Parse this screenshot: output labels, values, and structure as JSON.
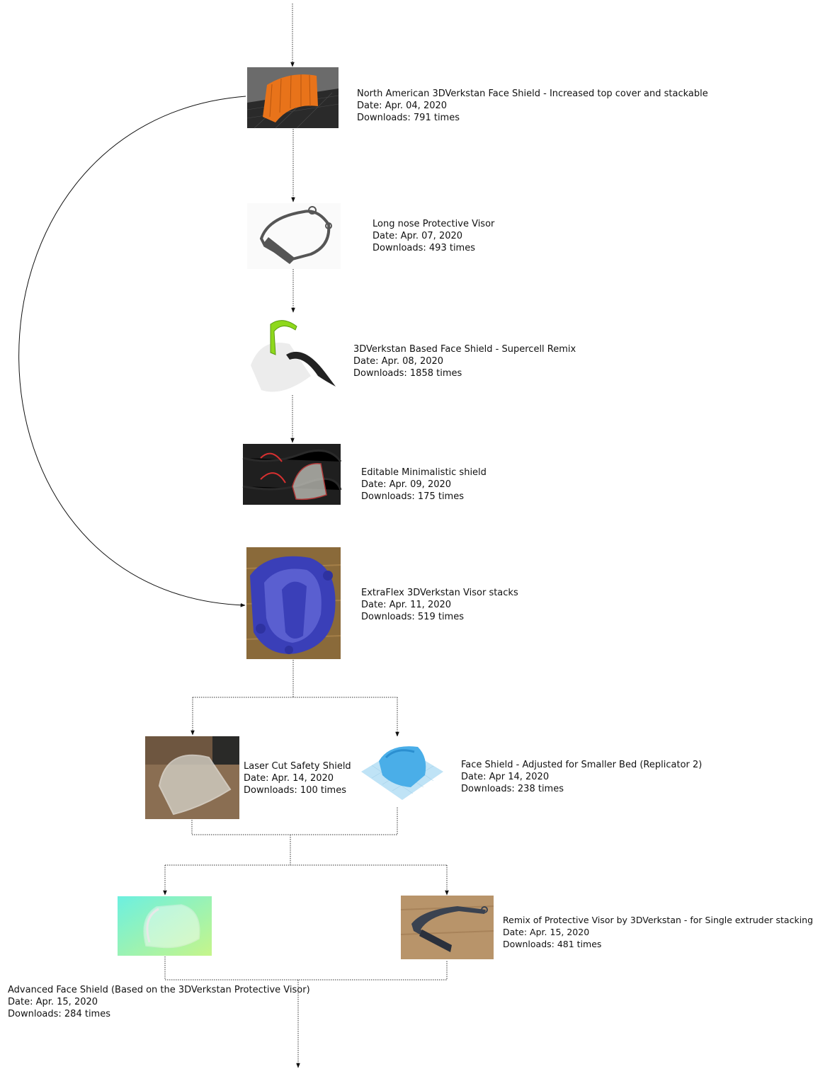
{
  "nodes": [
    {
      "key": "n1",
      "title": "North American 3DVerkstan Face Shield - Increased top cover and stackable",
      "date": "Date: Apr. 04, 2020",
      "downloads": "Downloads: 791 times",
      "thumb": "orange-stacked-face-shields-on-print-bed"
    },
    {
      "key": "n2",
      "title": "Long nose Protective Visor",
      "date": "Date: Apr. 07, 2020",
      "downloads": "Downloads: 493 times",
      "thumb": "grey-visor-frame-render"
    },
    {
      "key": "n3",
      "title": "3DVerkstan Based Face Shield - Supercell Remix",
      "date": "Date: Apr. 08, 2020",
      "downloads": "Downloads: 1858 times",
      "thumb": "green-and-black-headband-with-clear-shield"
    },
    {
      "key": "n4",
      "title": "Editable Minimalistic shield",
      "date": "Date: Apr. 09, 2020",
      "downloads": "Downloads: 175 times",
      "thumb": "red-frames-on-black-fabric"
    },
    {
      "key": "n5",
      "title": "ExtraFlex 3DVerkstan Visor stacks",
      "date": "Date: Apr. 11, 2020",
      "downloads": "Downloads: 519 times",
      "thumb": "blue-visor-stacks-on-wood"
    },
    {
      "key": "n6",
      "title": "Laser Cut Safety Shield",
      "date": "Date: Apr. 14, 2020",
      "downloads": "Downloads: 100 times",
      "thumb": "clear-laser-cut-shield-on-table"
    },
    {
      "key": "n7",
      "title": "Face Shield - Adjusted for Smaller Bed (Replicator 2)",
      "date": "Date: Apr 14, 2020",
      "downloads": "Downloads: 238 times",
      "thumb": "light-blue-visor-on-grid"
    },
    {
      "key": "n8",
      "title": "Advanced Face Shield (Based on the 3DVerkstan Protective Visor)",
      "date": "Date: Apr. 15, 2020",
      "downloads": "Downloads: 284 times",
      "thumb": "clear-shield-on-gradient-background"
    },
    {
      "key": "n9",
      "title": "Remix of Protective Visor by 3DVerkstan - for Single extruder stacking",
      "date": "Date: Apr. 15, 2020",
      "downloads": "Downloads: 481 times",
      "thumb": "dark-visor-on-wood"
    }
  ],
  "colors": {
    "line": "#111111",
    "orange": "#e8731a",
    "blue": "#3a3fb8",
    "lightblue": "#4aaee8",
    "green": "#8ed81c"
  }
}
